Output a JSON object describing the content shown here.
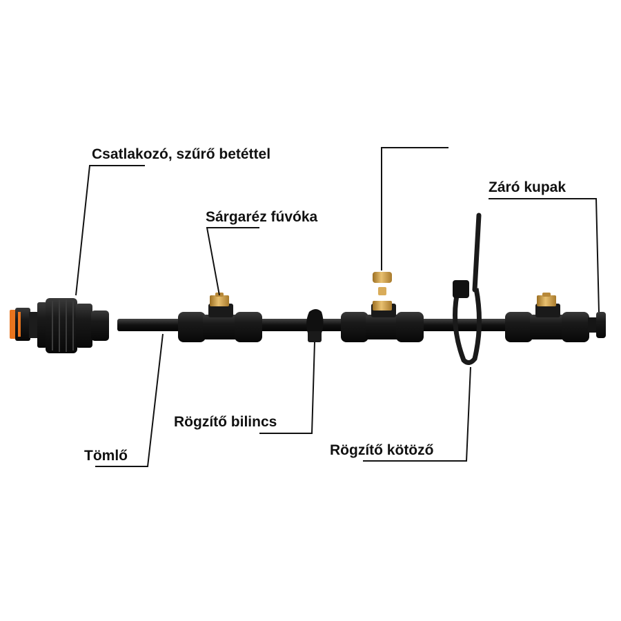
{
  "labels": {
    "connector": "Csatlakozó, szűrő betéttel",
    "brass_nozzle": "Sárgaréz fúvóka",
    "end_cap": "Záró kupak",
    "clamp": "Rögzítő bilincs",
    "hose": "Tömlő",
    "cable_tie": "Rögzítő kötöző"
  },
  "colors": {
    "part_black": "#151515",
    "part_dark": "#2a2a2a",
    "brass": "#c99a3e",
    "brass_light": "#e8c070",
    "seal_orange": "#e8741e",
    "line": "#111111"
  },
  "icons": {
    "connector": "hose-connector-icon",
    "nozzle": "brass-nozzle-icon",
    "tee": "tee-fitting-icon",
    "clamp": "clamp-icon",
    "tie": "cable-tie-icon",
    "cap": "end-cap-icon"
  }
}
